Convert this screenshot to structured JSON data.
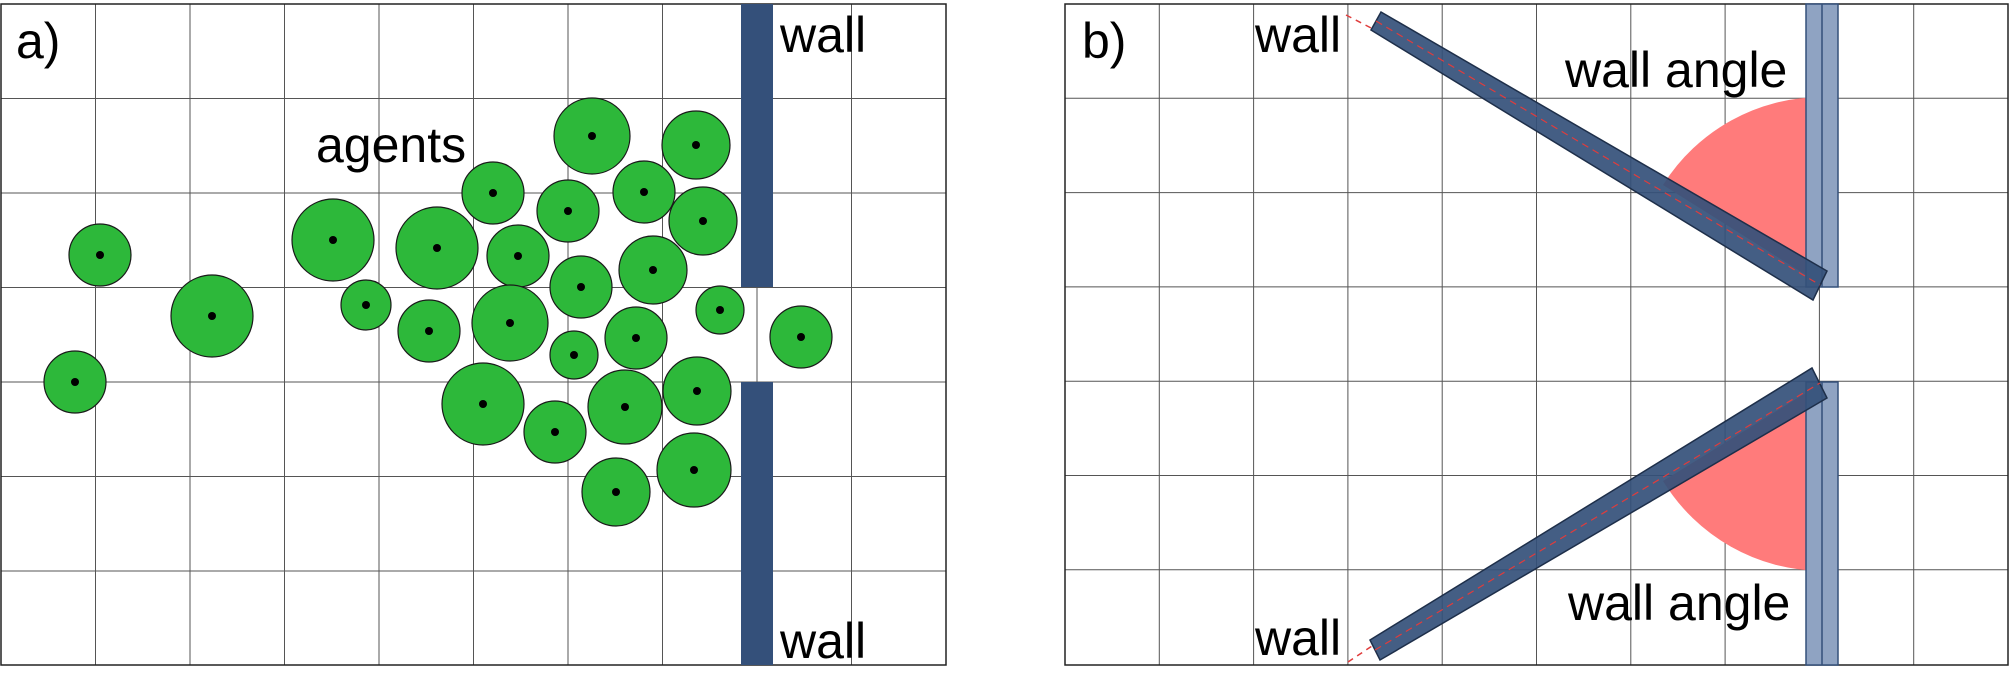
{
  "panels": [
    {
      "label": "a)",
      "annotations": {
        "agents": "agents",
        "wall_top": "wall",
        "wall_bottom": "wall"
      },
      "agent_count": 27
    },
    {
      "label": "b)",
      "annotations": {
        "wall_top": "wall",
        "wall_bottom": "wall",
        "angle_top": "wall angle",
        "angle_bottom": "wall angle"
      }
    }
  ],
  "colors": {
    "agent_fill": "#2db83a",
    "agent_stroke": "#1a1a1a",
    "wall": "#34507a",
    "wall_faded": "#8fa3c2",
    "angle_sector": "#ff7b7b",
    "guide_line": "#e03c3c",
    "grid": "#555555"
  }
}
